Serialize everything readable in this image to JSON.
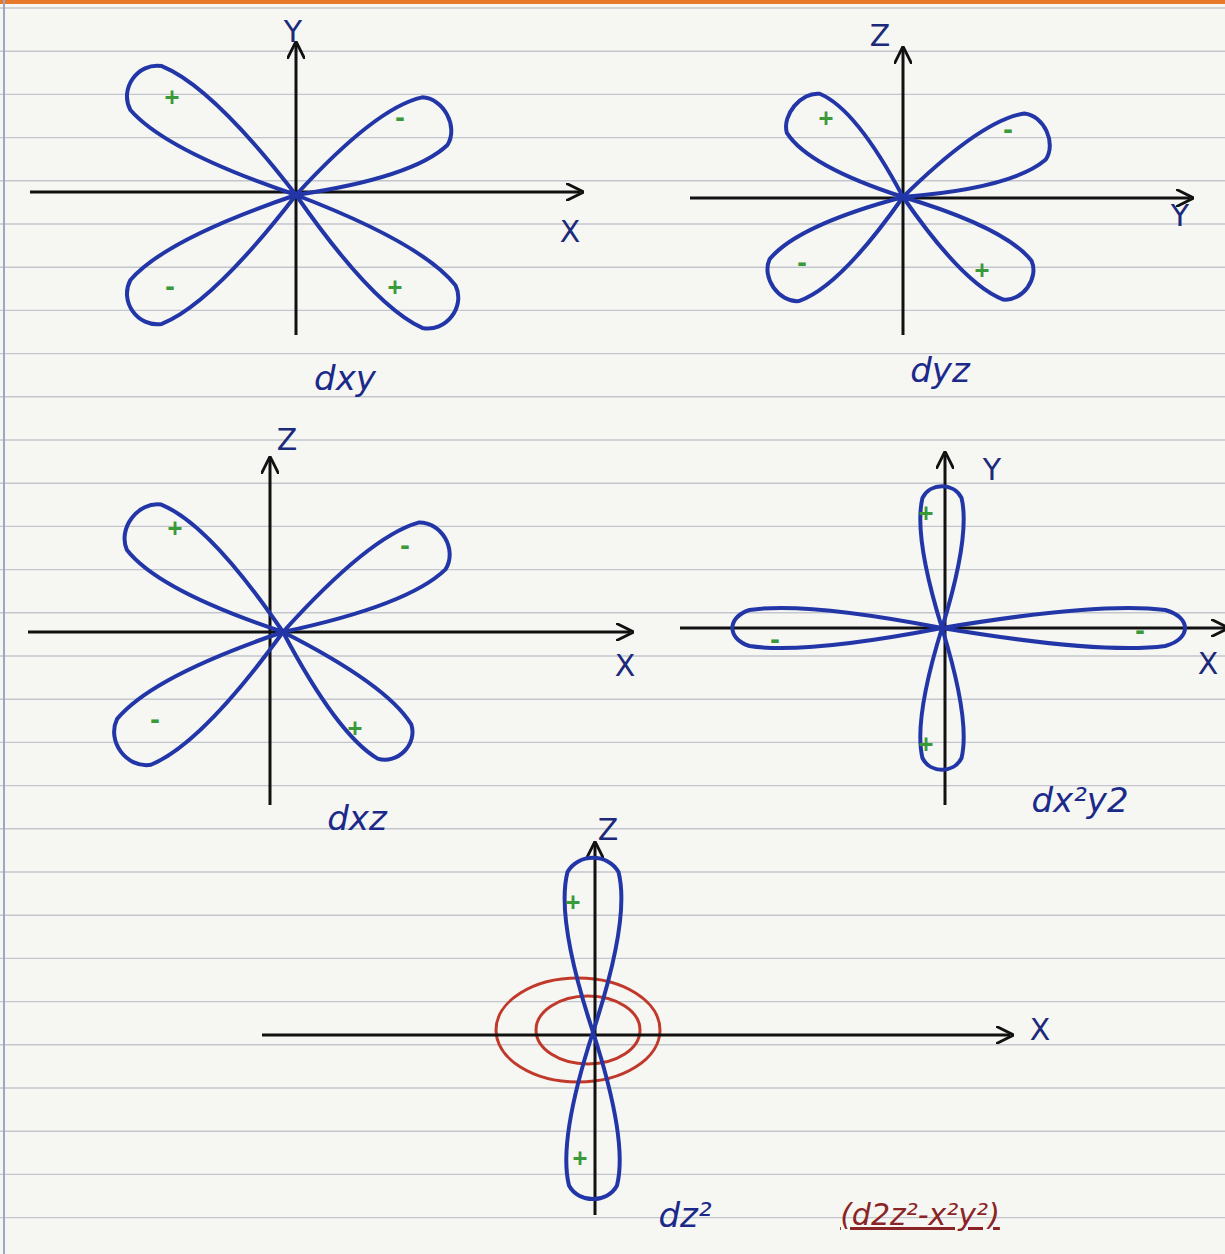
{
  "diagram": {
    "labels": [
      "Y",
      "X",
      "+",
      "-",
      "-",
      "+",
      "dxy",
      "Z",
      "Y",
      "+",
      "-",
      "-",
      "+",
      "dyz",
      "Z",
      "X",
      "+",
      "-",
      "-",
      "+",
      "dxz",
      "Y",
      "X",
      "+",
      "+",
      "-",
      "-",
      "dx²y2",
      "Z",
      "X",
      "+",
      "+",
      "dz²",
      "(d2z²-x²y²)"
    ]
  }
}
